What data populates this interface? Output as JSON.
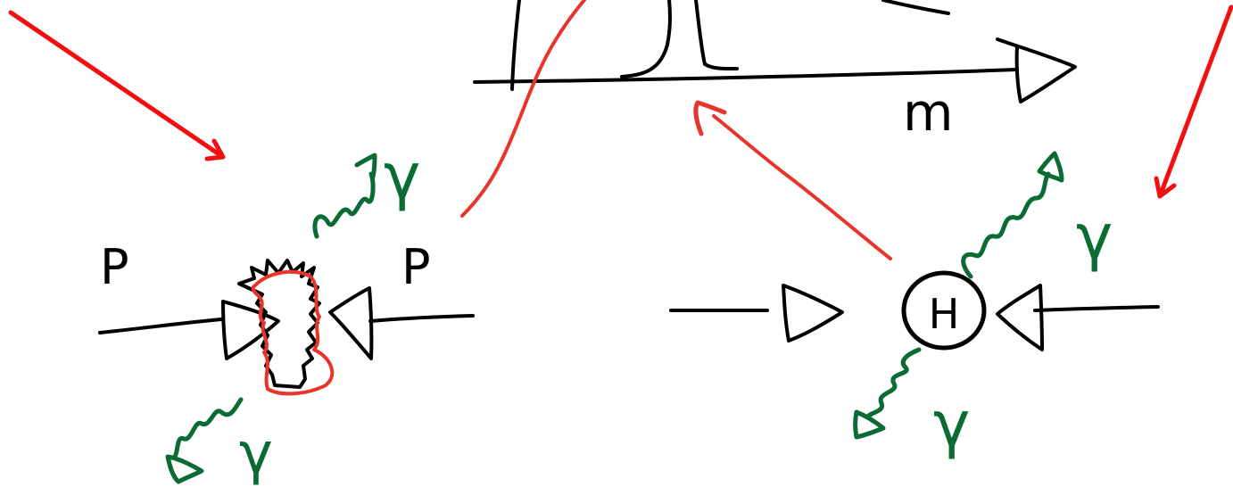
{
  "colors": {
    "ink": "#000000",
    "red": "#e8352b",
    "arrow_red": "#f30f0f",
    "green": "#0b6b35"
  },
  "plot": {
    "x_label": "m"
  },
  "left_collision": {
    "beam_left_label": "P",
    "beam_right_label": "P",
    "photon_upper_label": "γ",
    "photon_lower_label": "γ"
  },
  "right_collision": {
    "particle_label": "H",
    "photon_upper_label": "γ",
    "photon_lower_label": "γ"
  }
}
